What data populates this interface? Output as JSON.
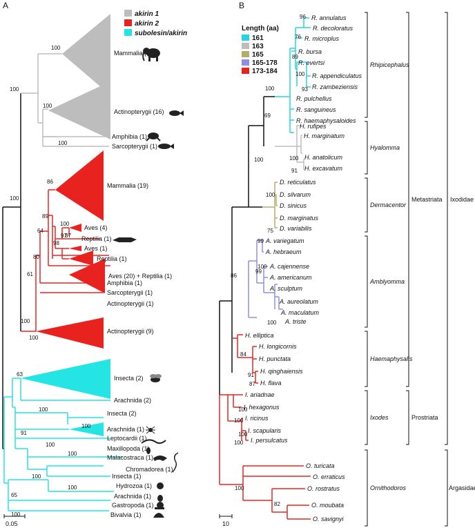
{
  "panel_a": {
    "label": "A",
    "scale": "0.05",
    "legend": [
      {
        "label": "akirin 1",
        "color": "#bdbdbd"
      },
      {
        "label": "akirin 2",
        "color": "#e8231f"
      },
      {
        "label": "subolesin/akirin",
        "color": "#25e4e4"
      }
    ],
    "taxa": {
      "mammalia1": "Mammalia (17)",
      "actino1": "Actinopterygii (16)",
      "amphibia1": "Amphibia (1)",
      "sarco1": "Sarcopterygii (1)",
      "mammalia2": "Mammalia (19)",
      "aves2": "Aves (4)",
      "reptilia2a": "Reptilia (1)",
      "aves2b": "Aves (1)",
      "reptilia2b": "Reptilia (1)",
      "aves2c": "Aves (20) + Reptilia (1)",
      "sarco2": "Sarcopterygii (1)",
      "amphibia2": "Amphibia (1)",
      "actino2a": "Actinopterygii (1)",
      "actino2b": "Actinopterygii (9)",
      "insecta3a": "Insecta (2)",
      "arach3a": "Arachnida (2)",
      "insecta3b": "Insecta (2)",
      "arach3b": "Arachnida (1)",
      "lepto": "Leptocardii (1)",
      "maxillo": "Maxillopoda (1)",
      "malaco": "Malacostraca (1)",
      "chroma": "Chromadorea (1)",
      "insecta3c": "Insecta (1)",
      "hydro": "Hydrozoa (1)",
      "arach3c": "Arachnida (1)",
      "gastro": "Gastropoda (1)",
      "bival": "Bivalvia (1)"
    },
    "bootstrap": {
      "b1": "100",
      "b2": "100",
      "b3": "100",
      "b4": "100",
      "b5": "100",
      "b6": "86",
      "b7": "89",
      "b8": "100",
      "b9": "87",
      "b10": "97",
      "b11": "98",
      "b12": "64",
      "b13": "80",
      "b14": "61",
      "b15": "100",
      "b16": "100",
      "b17": "63",
      "b18": "100",
      "b19": "100",
      "b20": "91",
      "b21": "100",
      "b22": "100",
      "b23": "100",
      "b24": "100",
      "b25": "65",
      "b26": "100"
    }
  },
  "panel_b": {
    "label": "B",
    "scale": "10",
    "legend_title": "Length (aa)",
    "legend": [
      {
        "label": "161",
        "color": "#25d6e0"
      },
      {
        "label": "163",
        "color": "#bdbdbd"
      },
      {
        "label": "165",
        "color": "#b3ad6a"
      },
      {
        "label": "165-178",
        "color": "#8e8ee6"
      },
      {
        "label": "173-184",
        "color": "#e8231f"
      }
    ],
    "species": {
      "s1": "R. annulatus",
      "s2": "R. decoloratus",
      "s3": "R. microplus",
      "s4": "R. bursa",
      "s5": "R. evertsi",
      "s6": "R. appendiculatus",
      "s7": "R. zambeziensis",
      "s8": "R. pulchellus",
      "s9": "R. sanguineus",
      "s10": "R. haemaphysaloides",
      "s11": "H. rufipes",
      "s12": "H. marginatum",
      "s13": "H. anatolicum",
      "s14": "H. excavatum",
      "s15": "D. reticulatus",
      "s16": "D. silvarum",
      "s17": "D. sinicus",
      "s18": "D. marginatus",
      "s19": "D. variabilis",
      "s20": "A. variegatum",
      "s21": "A. hebraeum",
      "s22": "A. cajennense",
      "s23": "A. americanum",
      "s24": "A. sculptum",
      "s25": "A. aureolatum",
      "s26": "A. maculatum",
      "s27": "A. triste",
      "s28": "H. elliptica",
      "s29": "H. longicornis",
      "s30": "H. punctata",
      "s31": "H. qinghaiensis",
      "s32": "H. flava",
      "s33": "I. ariadnae",
      "s34": "I. hexagonus",
      "s35": "I. ricinus",
      "s36": "I. scapularis",
      "s37": "I. persulcatus",
      "s38": "O. turicata",
      "s39": "O. erraticus",
      "s40": "O. rostratus",
      "s41": "O. moubata",
      "s42": "O. savignyi"
    },
    "genera": {
      "rhipi": "Rhipicephalus",
      "hyal": "Hyalomma",
      "derma": "Dermacentor",
      "ambly": "Amblyomma",
      "haema": "Haemaphysalis",
      "ixodes": "Ixodes",
      "ornith": "Ornithodoros"
    },
    "groups": {
      "metas": "Metastriata",
      "pros": "Prostriata",
      "ixod": "Ixodidae",
      "argas": "Argasidae"
    },
    "bootstrap": {
      "c1": "96",
      "c2": "76",
      "c3": "89",
      "c4": "100",
      "c5": "93",
      "c6": "100",
      "c7": "69",
      "c8": "100",
      "c9": "100",
      "c10": "91",
      "c11": "100",
      "c12": "75",
      "c13": "99",
      "c14": "99",
      "c15": "100",
      "c16": "100",
      "c17": "86",
      "c18": "84",
      "c19": "91",
      "c20": "87",
      "c21": "100",
      "c22": "100",
      "c23": "100",
      "c24": "100",
      "c25": "82",
      "c26": "100"
    }
  }
}
